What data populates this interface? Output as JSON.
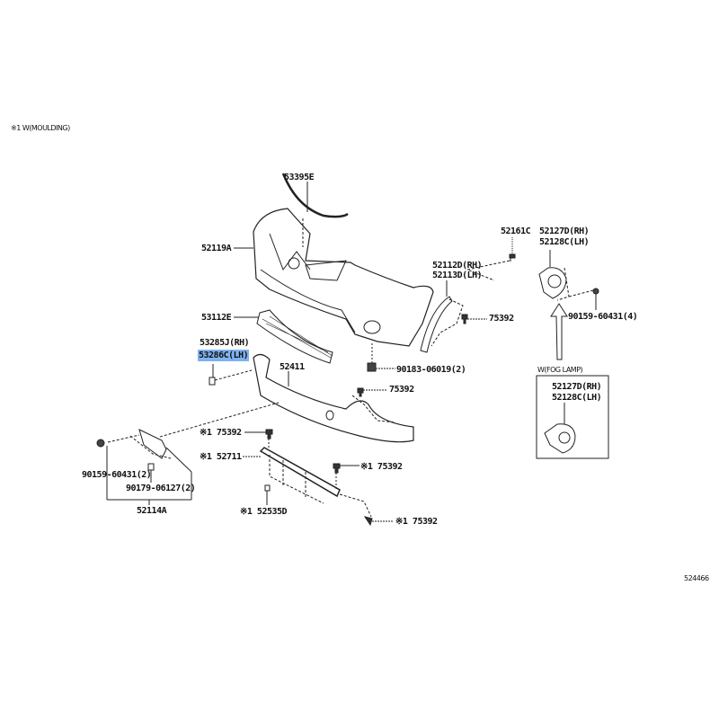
{
  "legend_note": "※1 W(MOULDING)",
  "diagram_number": "524466",
  "parts": {
    "moulding": "53395E",
    "bumper_cover": "52119A",
    "retainer_screw": "52161C",
    "fog_cover_rh": "52127D(RH)",
    "fog_cover_lh": "52128C(LH)",
    "liner_rh": "52112D(RH)",
    "liner_lh": "52113D(LH)",
    "grille": "53112E",
    "clip_a": "75392",
    "bolt_4": "90159-60431(4)",
    "seal_rh": "53285J(RH)",
    "seal_lh": "53286C(LH)",
    "absorber": "52411",
    "nut_2": "90183-06019(2)",
    "clip_b": "75392",
    "clip_c": "※1 75392",
    "moulding_lower": "※1 52711",
    "clip_d": "※1 75392",
    "bolt_2": "90159-60431(2)",
    "nut_b": "90179-06127(2)",
    "plate_bracket": "52114A",
    "mould_clip": "※1 52535D",
    "clip_e": "※1 75392"
  },
  "fog_lamp_box": {
    "title": "W(FOG LAMP)",
    "rh": "52127D(RH)",
    "lh": "52128C(LH)"
  },
  "highlight_color": "#7fb2f0"
}
